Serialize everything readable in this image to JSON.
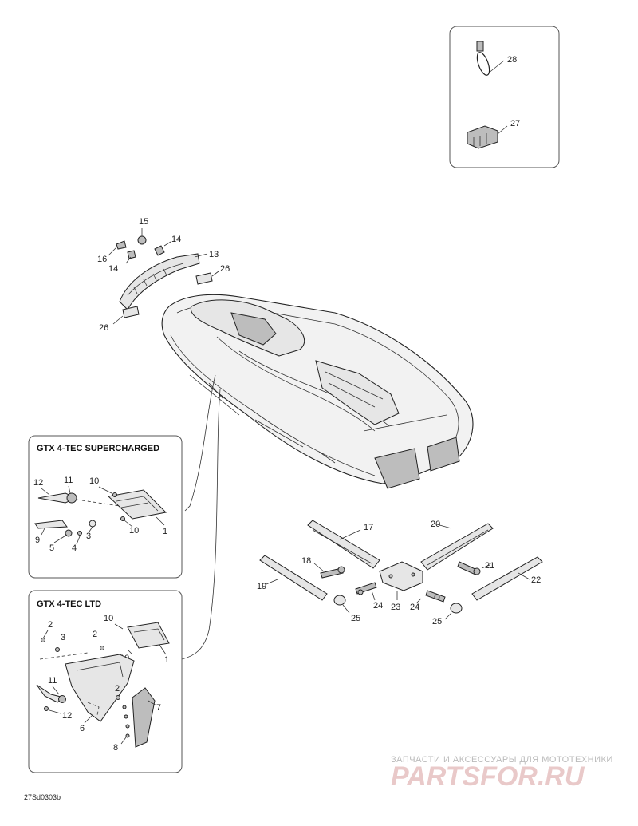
{
  "callouts": {
    "c1": "1",
    "c2": "2",
    "c3": "3",
    "c4": "4",
    "c5": "5",
    "c6": "6",
    "c7": "7",
    "c8": "8",
    "c9": "9",
    "c10": "10",
    "c11": "11",
    "c12": "12",
    "c13": "13",
    "c14": "14",
    "c15": "15",
    "c16": "16",
    "c17": "17",
    "c18": "18",
    "c19": "19",
    "c20": "20",
    "c21": "21",
    "c22": "22",
    "c23": "23",
    "c24": "24",
    "c25": "25",
    "c26": "26",
    "c27": "27",
    "c28": "28"
  },
  "panels": {
    "supercharged_title": "GTX 4-TEC SUPERCHARGED",
    "ltd_title": "GTX 4-TEC LTD"
  },
  "footer": {
    "ref_code": "27Sd0303b"
  },
  "watermark": {
    "tagline": "ЗАПЧАСТИ И АКСЕССУАРЫ ДЛЯ МОТОТЕХНИКИ",
    "logo": "PARTSFOR.RU"
  }
}
